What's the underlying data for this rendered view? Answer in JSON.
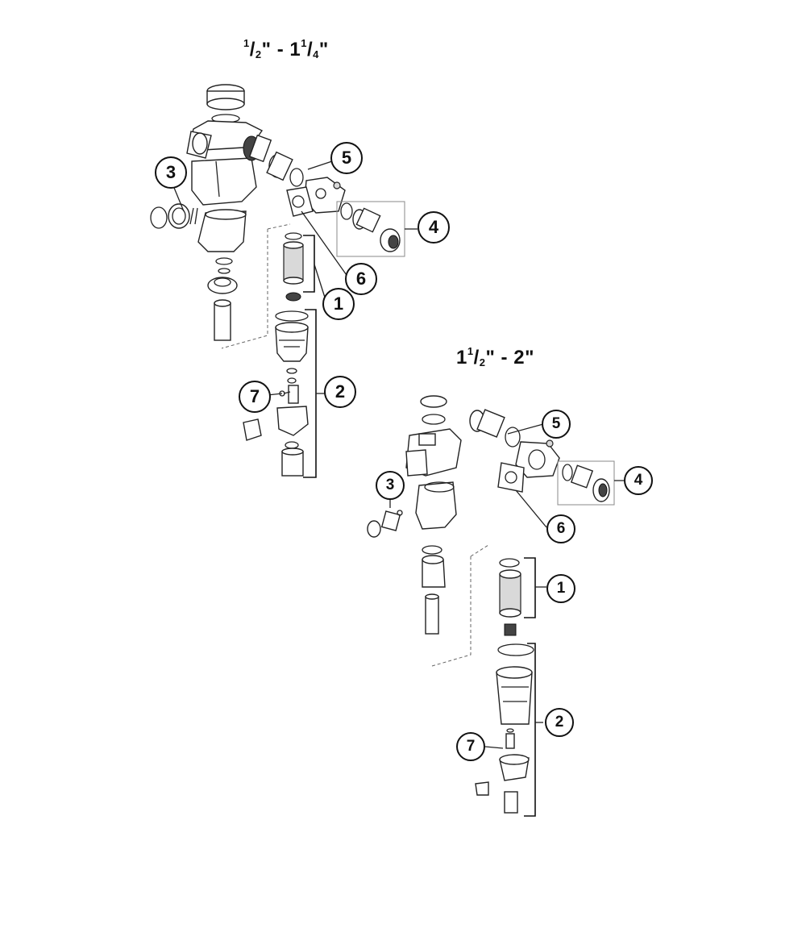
{
  "diagram_top": {
    "size_label": {
      "a_num": "1",
      "a_den": "2",
      "a_quote": "\"",
      "sep": " - ",
      "b_whole": "1",
      "b_num": "1",
      "b_den": "4",
      "b_quote": "\""
    },
    "callouts": [
      "1",
      "2",
      "3",
      "4",
      "5",
      "6",
      "7"
    ]
  },
  "diagram_bottom": {
    "size_label": {
      "a_whole": "1",
      "a_num": "1",
      "a_den": "2",
      "a_quote": "\"",
      "sep": " - ",
      "b": "2\""
    },
    "callouts": [
      "1",
      "2",
      "3",
      "4",
      "5",
      "6",
      "7"
    ]
  }
}
